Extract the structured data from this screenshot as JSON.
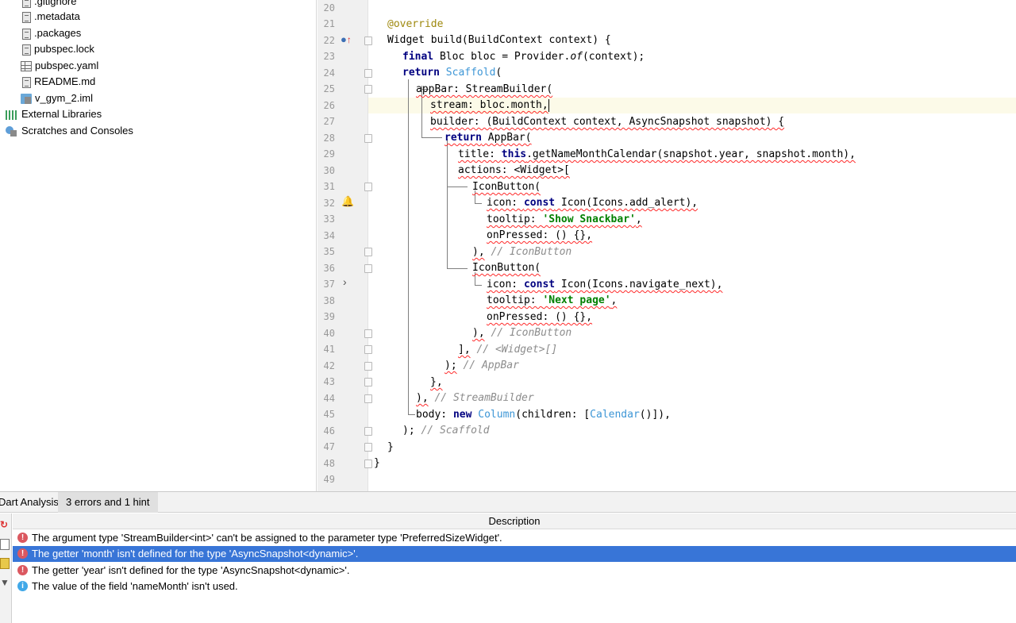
{
  "project_tree": {
    "items": [
      {
        "label": ".gitignore",
        "icon": "file-icon"
      },
      {
        "label": ".metadata",
        "icon": "file-icon"
      },
      {
        "label": ".packages",
        "icon": "file-icon"
      },
      {
        "label": "pubspec.lock",
        "icon": "file-icon"
      },
      {
        "label": "pubspec.yaml",
        "icon": "yaml-file-icon"
      },
      {
        "label": "README.md",
        "icon": "file-icon"
      },
      {
        "label": "v_gym_2.iml",
        "icon": "module-file-icon"
      },
      {
        "label": "External Libraries",
        "icon": "libraries-icon"
      },
      {
        "label": "Scratches and Consoles",
        "icon": "scratches-icon"
      }
    ]
  },
  "editor": {
    "line_numbers": [
      "20",
      "21",
      "22",
      "23",
      "24",
      "25",
      "26",
      "27",
      "28",
      "29",
      "30",
      "31",
      "32",
      "33",
      "34",
      "35",
      "36",
      "37",
      "38",
      "39",
      "40",
      "41",
      "42",
      "43",
      "44",
      "45",
      "46",
      "47",
      "48",
      "49"
    ],
    "code": {
      "l21": {
        "annotation": "@override"
      },
      "l22": {
        "text": "Widget build(BuildContext context) {"
      },
      "l23": {
        "kw": "final",
        "pre": " Bloc bloc = Provider.",
        "ital": "of",
        "post": "(context);"
      },
      "l24": {
        "kw": "return",
        "type": "Scaffold",
        "post": "("
      },
      "l25": {
        "text": "appBar: StreamBuilder("
      },
      "l26": {
        "text": "stream: bloc.month,"
      },
      "l27": {
        "text": "builder: (BuildContext context, AsyncSnapshot snapshot) {"
      },
      "l28": {
        "kw": "return",
        "post": " AppBar("
      },
      "l29": {
        "pre": "title: ",
        "kw": "this",
        "post": ".getNameMonthCalendar(snapshot.year, snapshot.month),"
      },
      "l30": {
        "text": "actions: <Widget>["
      },
      "l31": {
        "text": "IconButton("
      },
      "l32": {
        "pre": "icon: ",
        "kw": "const",
        "post": " Icon(Icons.add_alert),"
      },
      "l33": {
        "pre": "tooltip: ",
        "str": "'Show Snackbar'",
        "post": ","
      },
      "l34": {
        "text": "onPressed: () {},"
      },
      "l35": {
        "text": "),",
        "comment": "// IconButton"
      },
      "l36": {
        "text": "IconButton("
      },
      "l37": {
        "pre": "icon: ",
        "kw": "const",
        "post": " Icon(Icons.navigate_next),"
      },
      "l38": {
        "pre": "tooltip: ",
        "str": "'Next page'",
        "post": ","
      },
      "l39": {
        "text": "onPressed: () {},"
      },
      "l40": {
        "text": "),",
        "comment": "// IconButton"
      },
      "l41": {
        "text": "],",
        "comment": "// <Widget>[]"
      },
      "l42": {
        "text": ");",
        "comment": "// AppBar"
      },
      "l43": {
        "text": "},"
      },
      "l44": {
        "text": "),",
        "comment": "// StreamBuilder"
      },
      "l45": {
        "pre": "body: ",
        "kw": "new",
        "type": "Column",
        "mid": "(children: [",
        "type2": "Calendar",
        "post": "()]),"
      },
      "l46": {
        "text": ");",
        "comment": "// Scaffold"
      },
      "l47": {
        "text": "}"
      },
      "l48": {
        "text": "}"
      }
    }
  },
  "bottom_panel": {
    "tabs": [
      {
        "label": "Dart Analysis",
        "active": false
      },
      {
        "label": "3 errors and 1 hint",
        "active": true
      }
    ],
    "column_header": "Description",
    "messages": [
      {
        "severity": "error",
        "text": "The argument type 'StreamBuilder<int>' can't be assigned to the parameter type 'PreferredSizeWidget'."
      },
      {
        "severity": "error",
        "text": "The getter 'month' isn't defined for the type 'AsyncSnapshot<dynamic>'.",
        "selected": true
      },
      {
        "severity": "error",
        "text": "The getter 'year' isn't defined for the type 'AsyncSnapshot<dynamic>'."
      },
      {
        "severity": "info",
        "text": "The value of the field 'nameMonth' isn't used."
      }
    ]
  },
  "colors": {
    "selection": "#3875d7",
    "error_underline": "#ff2a2a",
    "keyword": "#000080",
    "string": "#008000",
    "type_ref": "#3d96d6",
    "annotation": "#9e880d",
    "comment": "#8c8c8c",
    "current_line": "#fcfae8"
  }
}
